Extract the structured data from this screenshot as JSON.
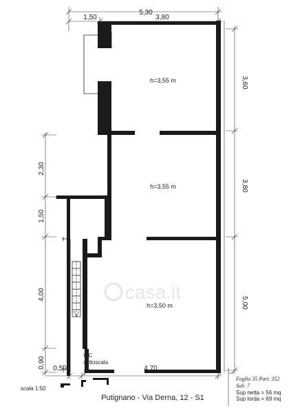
{
  "dimensions": {
    "top_total": "5,30",
    "top_left": "1,50",
    "top_right": "3,80",
    "right_top": "3,60",
    "right_mid": "3,80",
    "right_bottom": "5,00",
    "left_upper": "2,30",
    "left_mid": "1,50",
    "left_lower": "4,00",
    "left_bottom": "0,90",
    "bottom_left": "0,50",
    "bottom_right": "4,70"
  },
  "rooms": {
    "room1_height": "h=3,55 m",
    "room2_height": "h=3,55 m",
    "room3_height": "h=3,50 m",
    "wc_line1": "WC",
    "wc_line2": "sottoscala"
  },
  "footer": {
    "scale": "scala 1:50",
    "address": "Putignano - Via Derna, 12 - S1",
    "cadastral_line1": "Foglio 35 Part. 352",
    "cadastral_line2": "Sub. 7",
    "net_area": "Sup netta = 56 mq",
    "gross_area": "Sup lorda = 69 mq"
  },
  "watermark": "casa.it"
}
